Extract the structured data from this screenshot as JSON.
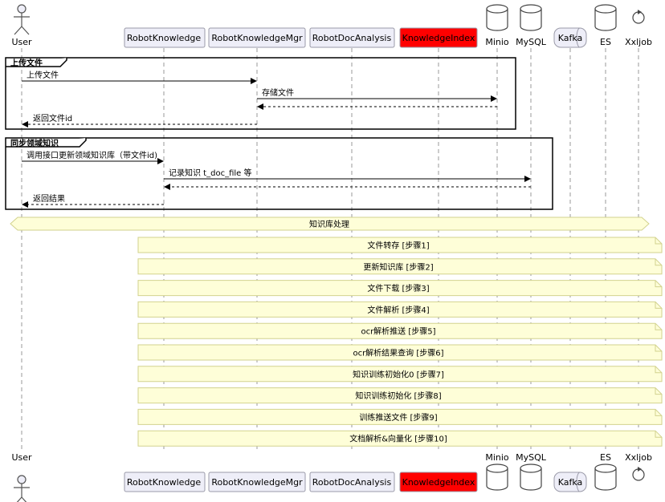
{
  "participants": [
    {
      "id": "user",
      "label": "User",
      "kind": "actor"
    },
    {
      "id": "rk",
      "label": "RobotKnowledge",
      "kind": "participant"
    },
    {
      "id": "rkm",
      "label": "RobotKnowledgeMgr",
      "kind": "participant"
    },
    {
      "id": "rda",
      "label": "RobotDocAnalysis",
      "kind": "participant"
    },
    {
      "id": "ki",
      "label": "KnowledgeIndex",
      "kind": "participant",
      "highlight": "#ff0000"
    },
    {
      "id": "minio",
      "label": "Minio",
      "kind": "database"
    },
    {
      "id": "mysql",
      "label": "MySQL",
      "kind": "database"
    },
    {
      "id": "kafka",
      "label": "Kafka",
      "kind": "queue"
    },
    {
      "id": "es",
      "label": "ES",
      "kind": "database"
    },
    {
      "id": "xxljob",
      "label": "Xxljob",
      "kind": "control"
    }
  ],
  "groups": [
    {
      "title": "上传文件",
      "messages": [
        {
          "label": "上传文件",
          "from": "user",
          "to": "rkm",
          "style": "solid"
        },
        {
          "label": "存储文件",
          "from": "rkm",
          "to": "minio",
          "style": "solid"
        },
        {
          "label": "",
          "from": "minio",
          "to": "rkm",
          "style": "dashed"
        },
        {
          "label": "返回文件id",
          "from": "rkm",
          "to": "user",
          "style": "dashed"
        }
      ]
    },
    {
      "title": "同步领域知识",
      "messages": [
        {
          "label": "调用接口更新领域知识库（带文件id)",
          "from": "user",
          "to": "rk",
          "style": "solid"
        },
        {
          "label": "记录知识 t_doc_file 等",
          "from": "rk",
          "to": "mysql",
          "style": "solid"
        },
        {
          "label": "",
          "from": "mysql",
          "to": "rk",
          "style": "dashed"
        },
        {
          "label": "返回结果",
          "from": "rk",
          "to": "user",
          "style": "dashed"
        }
      ]
    }
  ],
  "divider": {
    "label": "知识库处理"
  },
  "steps": [
    "文件转存 [步骤1]",
    "更新知识库 [步骤2]",
    "文件下载 [步骤3]",
    "文件解析 [步骤4]",
    "ocr解析推送 [步骤5]",
    "ocr解析结果查询 [步骤6]",
    "知识训练初始化0 [步骤7]",
    "知识训练初始化 [步骤8]",
    "训练推送文件 [步骤9]",
    "文档解析&向量化 [步骤10]"
  ],
  "colors": {
    "participant_fill": "#eeeef8",
    "participant_border": "#9a9aa8",
    "highlight": "#ff0000",
    "note_fill": "#fefed8",
    "note_border": "#d2d28e",
    "lifeline": "#999999"
  }
}
